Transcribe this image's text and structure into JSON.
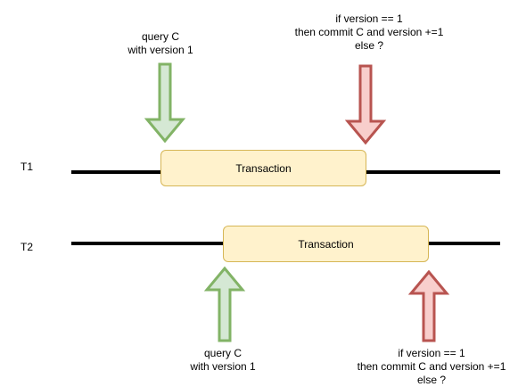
{
  "rows": [
    {
      "label": "T1",
      "transaction_label": "Transaction",
      "events": [
        {
          "kind": "read",
          "direction": "down",
          "color": "green",
          "lines": [
            "query C",
            "with version 1"
          ]
        },
        {
          "kind": "commit",
          "direction": "down",
          "color": "red",
          "lines": [
            "if version == 1",
            "then commit C and version +=1",
            "else ?"
          ]
        }
      ]
    },
    {
      "label": "T2",
      "transaction_label": "Transaction",
      "events": [
        {
          "kind": "read",
          "direction": "up",
          "color": "green",
          "lines": [
            "query C",
            "with version 1"
          ]
        },
        {
          "kind": "commit",
          "direction": "up",
          "color": "red",
          "lines": [
            "if version == 1",
            "then commit C and version +=1",
            "else ?"
          ]
        }
      ]
    }
  ],
  "colors": {
    "green_fill": "#d5e8d4",
    "green_stroke": "#82b366",
    "red_fill": "#f8cecc",
    "red_stroke": "#b85450",
    "tx_fill": "#fff2cc",
    "tx_stroke": "#d6b656",
    "line": "#000000"
  }
}
